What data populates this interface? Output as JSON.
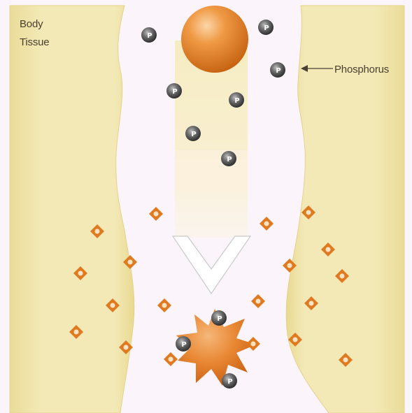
{
  "labels": {
    "tissue_line1": "Body",
    "tissue_line2": "Tissue",
    "phosphorus": "Phosphorus"
  },
  "particle_letter": "P",
  "colors": {
    "background": "#fbf4fa",
    "tissue": "#f1e6b0",
    "tissue_edge": "#e6d58a",
    "orange": "#e07a20",
    "particle": "#5a5a5a",
    "arrow_stroke": "#c9c9c9"
  }
}
